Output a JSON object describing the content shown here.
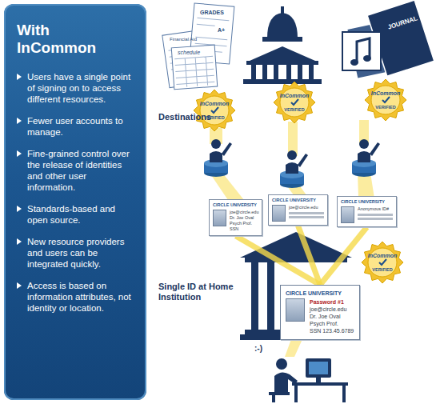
{
  "diagram": {
    "nodes": [
      {
        "text": [
          "With InCommon",
          "Users have a single point of signing on to access different resources.",
          "Fewer user accounts to manage.",
          "Fine-grained control over the release of identities and other user information.",
          "Standards-based and open source.",
          "New resource providers and users can be integrated quickly.",
          "Access is based on information attributes, not identity or location."
        ]
      },
      {
        "text": [
          "CIRCLE UNIVERSITY",
          "joe@circle.edu",
          "Dr. Joe Oval",
          "Psych Prof.",
          "SSN"
        ]
      },
      {
        "text": [
          "CIRCLE UNIVERSITY",
          "joe@circle.edu"
        ]
      },
      {
        "text": [
          "CIRCLE UNIVERSITY",
          "Anonymous ID#"
        ]
      },
      {
        "text": [
          "CIRCLE UNIVERSITY",
          "Password #1",
          "joe@circle.edu",
          "Dr. Joe Oval",
          "Psych Prof.",
          "SSN 123.45.6789"
        ]
      }
    ],
    "edges": [
      {
        "from": 4,
        "to": 1,
        "arrow": "none"
      },
      {
        "from": 4,
        "to": 2,
        "arrow": "none"
      },
      {
        "from": 4,
        "to": 3,
        "arrow": "none"
      }
    ],
    "labels": [
      "Financial Aid",
      "GRADES",
      "A+",
      "schedule",
      "JOURNAL",
      "Destinations",
      "InCommon",
      "VERIFIED",
      "InCommon",
      "VERIFIED",
      "InCommon",
      "VERIFIED",
      "Single ID at Home Institution",
      "InCommon",
      "VERIFIED",
      ":-)"
    ]
  }
}
